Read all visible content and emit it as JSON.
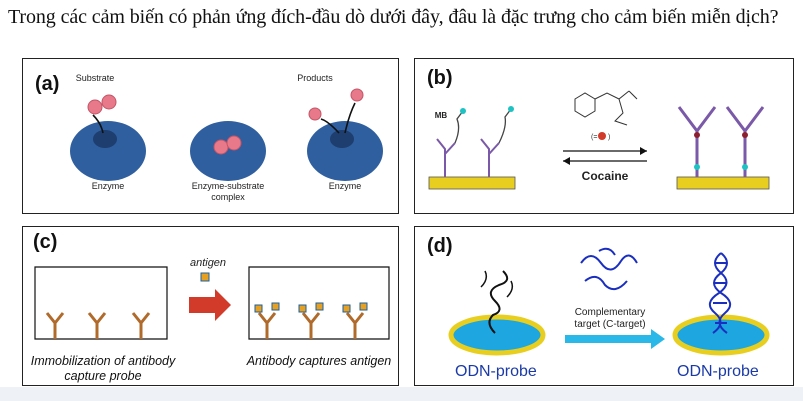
{
  "question": "Trong các cảm biến có phản ứng đích-đầu dò dưới đây, đâu là đặc trưng cho cảm biến miễn dịch?",
  "panel_a": {
    "tag": "(a)",
    "substrate": "Substrate",
    "products": "Products",
    "enzyme1": "Enzyme",
    "complex_line1": "Enzyme-substrate",
    "complex_line2": "complex",
    "enzyme2": "Enzyme"
  },
  "panel_b": {
    "tag": "(b)",
    "mb": "MB",
    "cocaine": "Cocaine"
  },
  "panel_c": {
    "tag": "(c)",
    "antigen": "antigen",
    "left_line1": "Immobilization of antibody",
    "left_line2": "capture probe",
    "right": "Antibody captures antigen"
  },
  "panel_d": {
    "tag": "(d)",
    "complementary_line1": "Complementary",
    "complementary_line2": "target (C-target)",
    "probe_left": "ODN-probe",
    "probe_right": "ODN-probe"
  },
  "colors": {
    "enzyme": "#2f5f9e",
    "substrate": "#e8798a",
    "gold": "#e8cf1f",
    "antibody_purple": "#7a5aa8",
    "antibody_brown": "#b06a2a",
    "arrow_red": "#d23a2a",
    "cyan": "#1ea6e0",
    "dna_blue": "#1a2fc0"
  }
}
